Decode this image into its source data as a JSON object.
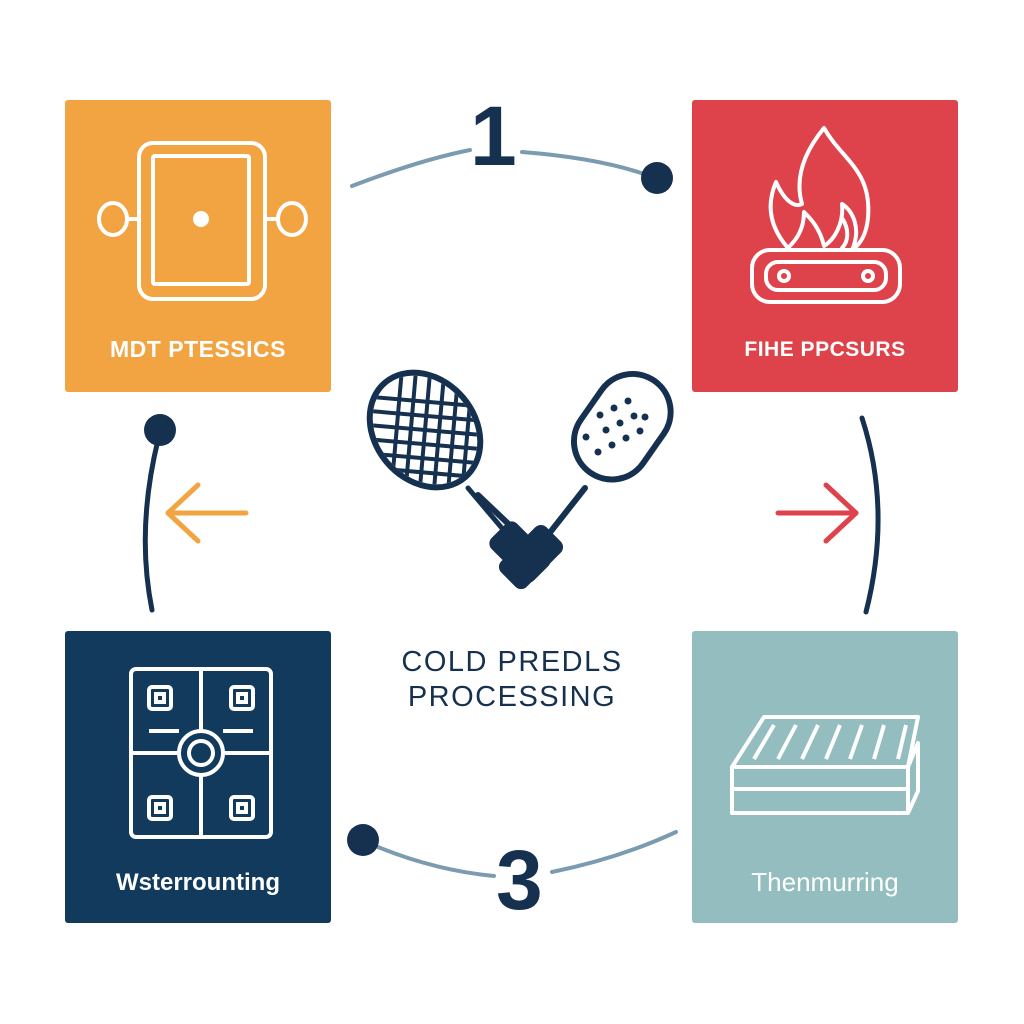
{
  "colors": {
    "orange": "#F2A443",
    "red": "#DE434B",
    "navy": "#123A5C",
    "teal": "#93BDBE",
    "dark": "#163150",
    "connector": "#7A9BB0"
  },
  "center": {
    "line1": "COLD PREDLS",
    "line2": "PROCESSING",
    "icon": "racket-and-paddle-icon"
  },
  "steps": {
    "top": "1",
    "bottom": "3"
  },
  "cards": {
    "top_left": {
      "label": "MDT PTESSICS",
      "icon": "mold-press-icon"
    },
    "top_right": {
      "label": "FIHE PPCSURS",
      "icon": "flame-burner-icon"
    },
    "bottom_left": {
      "label": "Wsterrounting",
      "icon": "circuit-board-icon"
    },
    "bottom_right": {
      "label": "Thenmurring",
      "icon": "stacked-sheets-icon"
    }
  },
  "arrows": {
    "left": "arrow-left-icon",
    "right": "arrow-right-icon"
  }
}
